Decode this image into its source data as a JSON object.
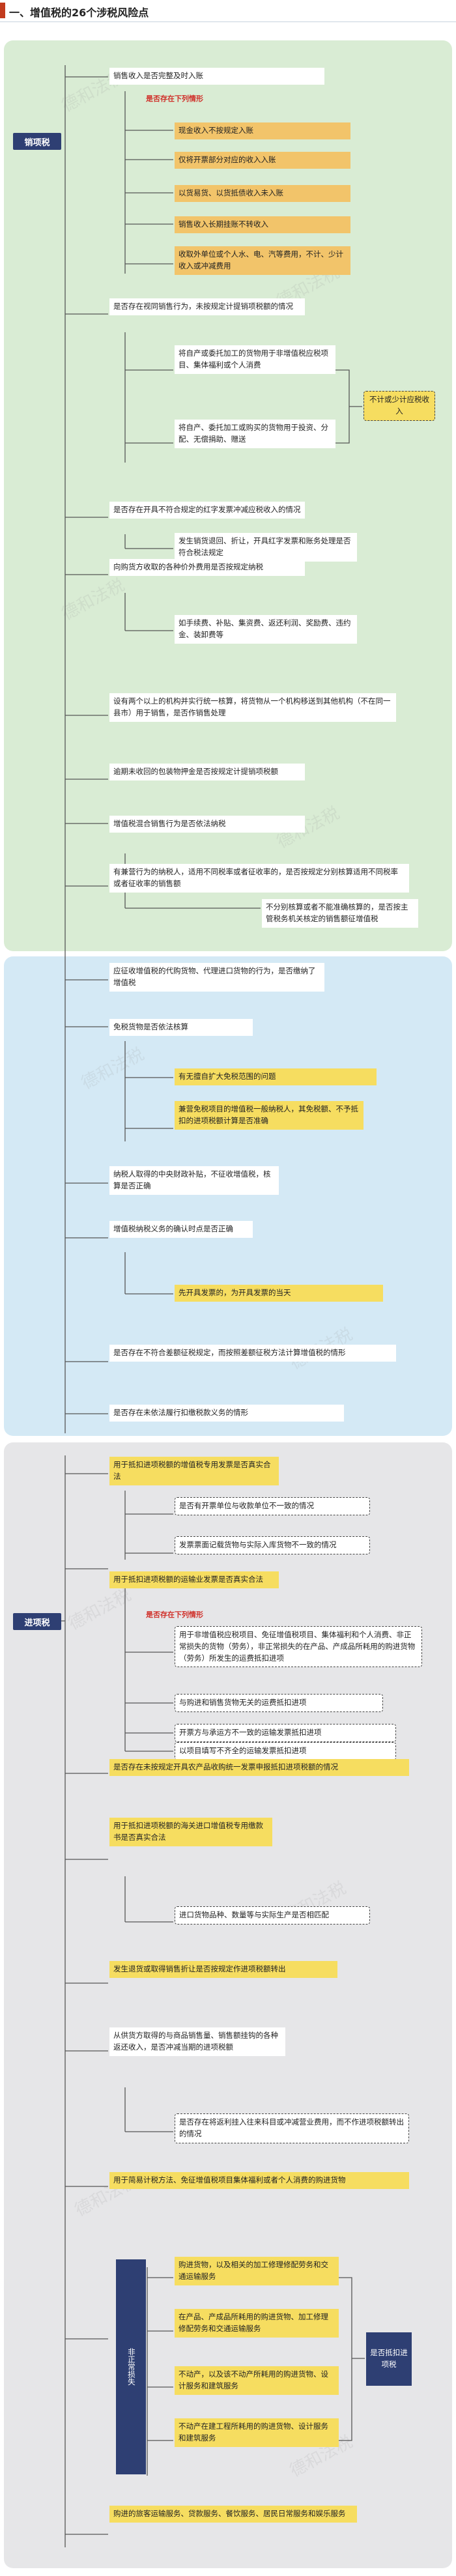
{
  "header": {
    "title": "一、增值税的26个涉税风险点"
  },
  "watermark": "德和法税",
  "sections": {
    "sales": {
      "label": "销项税"
    },
    "input": {
      "label": "进项税"
    }
  },
  "annotations": {
    "gap1": "是否存在下列情形",
    "gap2": "是否存在下列情形"
  },
  "sales_items": {
    "a1": "销售收入是否完整及时入账",
    "a1_1": "现金收入不按规定入账",
    "a1_2": "仅将开票部分对应的收入入账",
    "a1_3": "以货易货、以货抵债收入未入账",
    "a1_4": "销售收入长期挂账不转收入",
    "a1_5": "收取外单位或个人水、电、汽等费用，不计、少计收入或冲减费用",
    "a2": "是否存在视同销售行为，未按规定计提销项税额的情况",
    "a2_1": "将自产或委托加工的货物用于非增值税应税项目、集体福利或个人消费",
    "a2_2": "将自产、委托加工或购买的货物用于投资、分配、无偿捐助、赠送",
    "a2_c": "不计或少计应税收入",
    "a3": "是否存在开具不符合规定的红字发票冲减应税收入的情况",
    "a3_1": "发生销货退回、折让，开具红字发票和账务处理是否符合税法规定",
    "a4": "向购货方收取的各种价外费用是否按规定纳税",
    "a4_1": "如手续费、补贴、集资费、返还利润、奖励费、违约金、装卸费等",
    "a5": "设有两个以上的机构并实行统一核算，将货物从一个机构移送到其他机构（不在同一县市）用于销售，是否作销售处理",
    "a6": "逾期未收回的包装物押金是否按规定计提销项税额",
    "a7": "增值税混合销售行为是否依法纳税",
    "a8": "有兼营行为的纳税人，适用不同税率或者征收率的，是否按规定分别核算适用不同税率或者征收率的销售额",
    "a8_1": "不分别核算或者不能准确核算的，是否按主管税务机关核定的销售额征增值税",
    "b1": "应征收增值税的代购货物、代理进口货物的行为，是否缴纳了增值税",
    "b2": "免税货物是否依法核算",
    "b2_1": "有无擅自扩大免税范围的问题",
    "b2_2": "兼营免税项目的增值税一般纳税人，其免税额、不予抵扣的进项税额计算是否准确",
    "b3": "纳税人取得的中央财政补贴，不征收增值税，核算是否正确",
    "b4": "增值税纳税义务的确认时点是否正确",
    "b4_1": "先开具发票的，为开具发票的当天",
    "b5": "是否存在不符合差额征税规定，而按照差额征税方法计算增值税的情形",
    "b6": "是否存在未依法履行扣缴税款义务的情形"
  },
  "input_items": {
    "c1": "用于抵扣进项税额的增值税专用发票是否真实合法",
    "c1_1": "是否有开票单位与收款单位不一致的情况",
    "c1_2": "发票票面记载货物与实际入库货物不一致的情况",
    "c2": "用于抵扣进项税额的运输业发票是否真实合法",
    "c2_1": "用于非增值税应税项目、免征增值税项目、集体福利和个人消费、非正常损失的货物（劳务），非正常损失的在产品、产成品所耗用的购进货物（劳务）所发生的运费抵扣进项",
    "c2_2": "与购进和销售货物无关的运费抵扣进项",
    "c2_3": "开票方与承运方不一致的运输发票抵扣进项",
    "c2_4": "以项目填写不齐全的运输发票抵扣进项",
    "c3": "是否存在未按规定开具农产品收购统一发票申报抵扣进项税额的情况",
    "c4": "用于抵扣进项税额的海关进口增值税专用缴款书是否真实合法",
    "c4_1": "进口货物品种、数量等与实际生产是否相匹配",
    "c5": "发生退货或取得销售折让是否按规定作进项税额转出",
    "c6": "从供货方取得的与商品销售量、销售额挂钩的各种返还收入，是否冲减当期的进项税额",
    "c6_1": "是否存在将返利挂入往来科目或冲减营业费用，而不作进项税额转出的情况",
    "c7": "用于简易计税方法、免征增值税项目集体福利或者个人消费的购进货物",
    "c8": "非正常损失",
    "c8_1": "购进货物，以及相关的加工修理修配劳务和交通运输服务",
    "c8_2": "在产品、产成品所耗用的购进货物、加工修理修配劳务和交通运输服务",
    "c8_3": "不动产，以及该不动产所耗用的购进货物、设计服务和建筑服务",
    "c8_4": "不动产在建工程所耗用的购进货物、设计服务和建筑服务",
    "c8_c": "是否抵扣进项税",
    "c9": "购进的旅客运输服务、贷款服务、餐饮服务、居民日常服务和娱乐服务"
  }
}
